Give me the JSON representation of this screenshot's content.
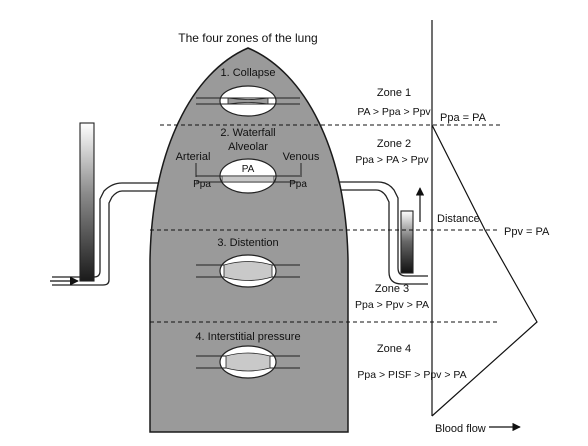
{
  "colors": {
    "lung_fill": "#9a9a9a",
    "lung_stroke": "#1a1a1a",
    "vessel_fill": "#c9c9c9",
    "background": "#ffffff",
    "ink": "#111111"
  },
  "title": "The four zones of the lung",
  "lung_sections": {
    "collapse": "1. Collapse",
    "waterfall": "2. Waterfall",
    "distention": "3. Distention",
    "interstitial": "4. Interstitial pressure"
  },
  "vessel_labels": {
    "alveolar": "Alveolar",
    "arterial": "Arterial",
    "venous": "Venous",
    "alveolar_pressure": "PA",
    "arterial_pressure": "Ppa",
    "venous_pressure": "Ppa"
  },
  "zones": [
    {
      "label": "Zone 1",
      "formula": "PA > Ppa > Ppv"
    },
    {
      "label": "Zone 2",
      "formula": "Ppa > PA > Ppv"
    },
    {
      "label": "Zone 3",
      "formula": "Ppa > Ppv > PA"
    },
    {
      "label": "Zone 4",
      "formula": "Ppa > PISF > Ppv > PA"
    }
  ],
  "graph": {
    "top_label": "Ppa = PA",
    "mid_label": "Ppv = PA",
    "y_axis": "Distance",
    "x_axis": "Blood flow"
  }
}
